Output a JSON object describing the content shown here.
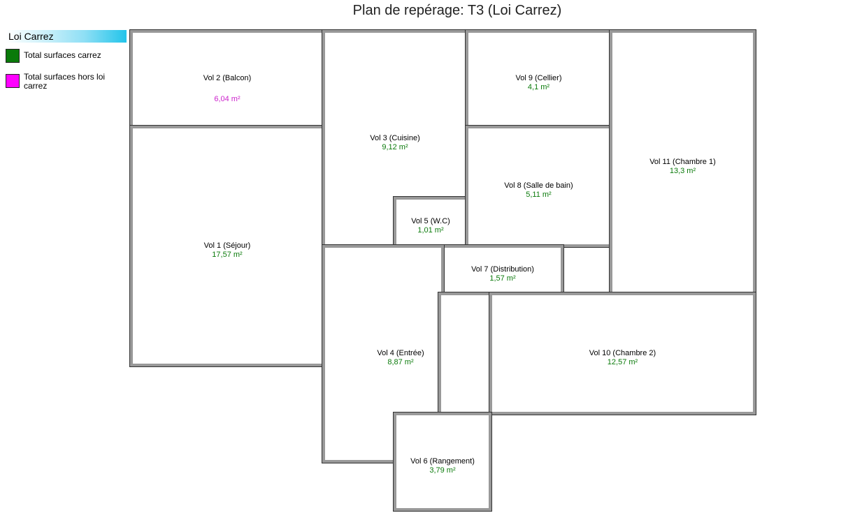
{
  "title": "Plan de repérage: T3 (Loi Carrez)",
  "legend": {
    "header": "Loi Carrez",
    "items": [
      {
        "label": "Total surfaces carrez",
        "color": "#0a7a0a"
      },
      {
        "label": "Total surfaces hors loi carrez",
        "color": "#ff00ff"
      }
    ]
  },
  "colors": {
    "carrez": "#0a7a0a",
    "hors_carrez": "#cc22cc",
    "wall": "#999999"
  },
  "rooms": {
    "vol1": {
      "name": "Vol 1 (Séjour)",
      "area": "17,57 m²"
    },
    "vol2": {
      "name": "Vol 2 (Balcon)",
      "area": "6,04 m²"
    },
    "vol3": {
      "name": "Vol 3 (Cuisine)",
      "area": "9,12 m²"
    },
    "vol4": {
      "name": "Vol 4 (Entrée)",
      "area": "8,87 m²"
    },
    "vol5": {
      "name": "Vol 5 (W.C)",
      "area": "1,01 m²"
    },
    "vol6": {
      "name": "Vol 6 (Rangement)",
      "area": "3,79 m²"
    },
    "vol7": {
      "name": "Vol 7 (Distribution)",
      "area": "1,57 m²"
    },
    "vol8": {
      "name": "Vol 8 (Salle de bain)",
      "area": "5,11 m²"
    },
    "vol9": {
      "name": "Vol 9 (Cellier)",
      "area": "4,1 m²"
    },
    "vol10": {
      "name": "Vol 10 (Chambre 2)",
      "area": "12,57 m²"
    },
    "vol11": {
      "name": "Vol 11 (Chambre 1)",
      "area": "13,3 m²"
    }
  }
}
